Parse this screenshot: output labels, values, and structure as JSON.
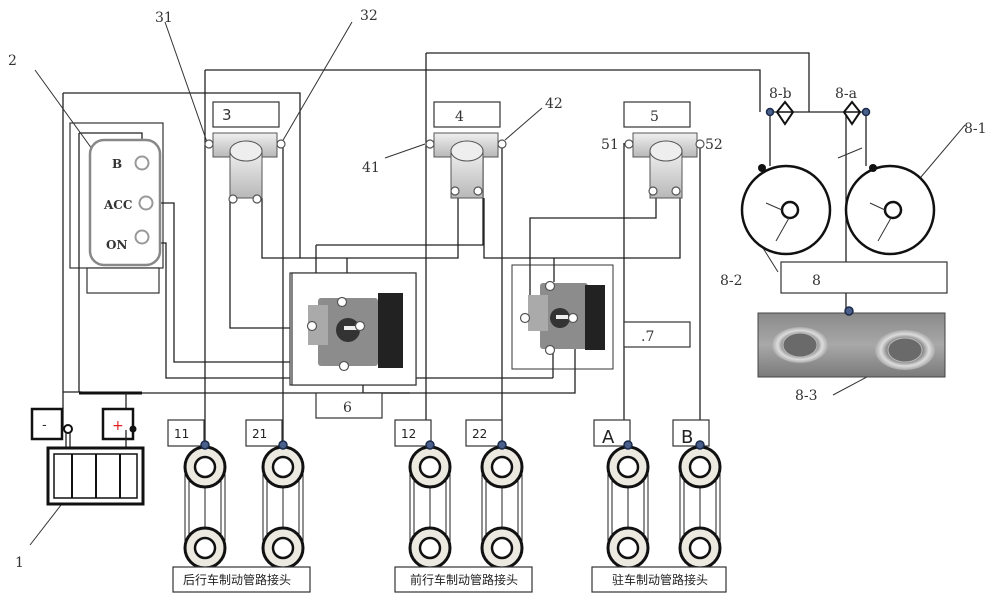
{
  "diagram": {
    "callouts": {
      "battery": "1",
      "ignition_switch": "2",
      "valve3_left_port": "31",
      "valve3_right_port": "32",
      "valve4_left_port": "41",
      "valve4_right_port": "42",
      "valve5_left_port": "51",
      "valve5_right_port": "52",
      "reservoir_right": "8-1",
      "reservoir_left": "8-2",
      "sensor_plate": "8-3",
      "check_valve_a": "8-a",
      "check_valve_b": "8-b"
    },
    "boxes": {
      "valve3": "3",
      "valve4": "4",
      "valve5": "5",
      "switch6": "6",
      "switch7": ".7",
      "unit8": "8",
      "ignition_caption": ""
    },
    "ignition": {
      "terminals": [
        "B",
        "ACC",
        "ON"
      ]
    },
    "battery": {
      "negative": "-",
      "positive": "+"
    },
    "connectors": [
      {
        "label": "11"
      },
      {
        "label": "21"
      },
      {
        "label": "12"
      },
      {
        "label": "22"
      },
      {
        "label": "A"
      },
      {
        "label": "B"
      }
    ],
    "group_captions": [
      "后行车制动管路接头",
      "前行车制动管路接头",
      "驻车制动管路接头"
    ]
  },
  "colors": {
    "line": "#222222",
    "connector_dot": "#4a5f8a",
    "positive_mark": "#e02020",
    "valve_fill": "#c8c8c8",
    "wheel_fill": "#ece9e0"
  }
}
